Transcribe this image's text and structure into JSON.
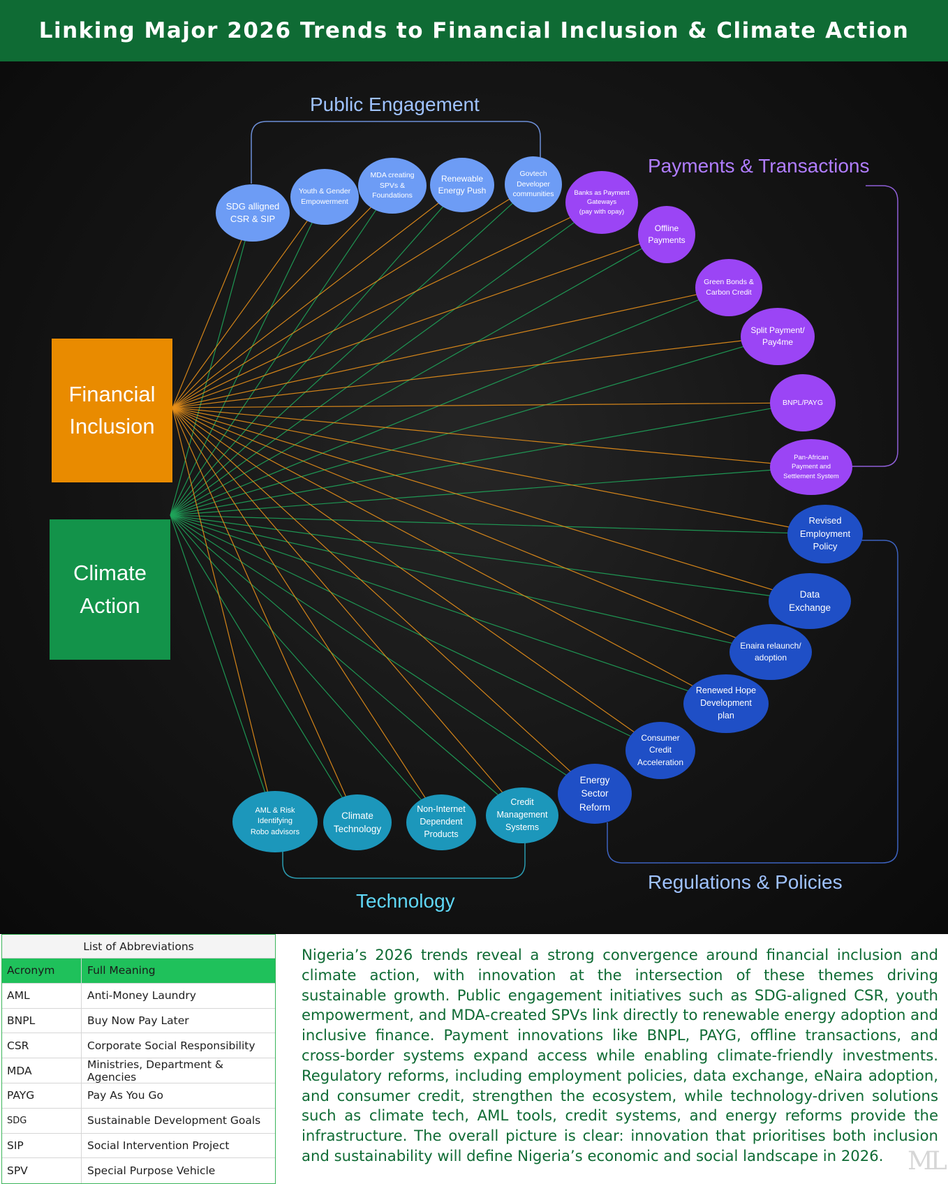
{
  "title": "Linking Major 2026 Trends to Financial Inclusion & Climate Action",
  "colors": {
    "header": "#0f6b34",
    "financial_inclusion": "#e98b00",
    "climate_action": "#13934a",
    "public_engagement": "#6d9cf5",
    "payments": "#9b45f5",
    "regulations": "#1f4fc6",
    "technology": "#1c97bb",
    "link_orange": "#e8901a",
    "link_green": "#1fa45a"
  },
  "hubs": {
    "financial_inclusion": "Financial\nInclusion",
    "climate_action": "Climate\nAction"
  },
  "groups": {
    "public_engagement": "Public Engagement",
    "payments": "Payments & Transactions",
    "regulations": "Regulations & Policies",
    "technology": "Technology"
  },
  "nodes": [
    {
      "label": "SDG alligned\nCSR & SIP",
      "group": "public_engagement"
    },
    {
      "label": "Youth & Gender\nEmpowerment",
      "group": "public_engagement"
    },
    {
      "label": "MDA creating\nSPVs &\nFoundations",
      "group": "public_engagement"
    },
    {
      "label": "Renewable\nEnergy Push",
      "group": "public_engagement"
    },
    {
      "label": "Govtech\nDeveloper\ncommunities",
      "group": "public_engagement"
    },
    {
      "label": "Banks as Payment\nGateways\n(pay with opay)",
      "group": "payments"
    },
    {
      "label": "Offline\nPayments",
      "group": "payments"
    },
    {
      "label": "Green Bonds &\nCarbon Credit",
      "group": "payments"
    },
    {
      "label": "Split Payment/\nPay4me",
      "group": "payments"
    },
    {
      "label": "BNPL/PAYG",
      "group": "payments"
    },
    {
      "label": "Pan-African\nPayment and\nSettlement System",
      "group": "payments"
    },
    {
      "label": "Revised\nEmployment\nPolicy",
      "group": "regulations"
    },
    {
      "label": "Data\nExchange",
      "group": "regulations"
    },
    {
      "label": "Enaira relaunch/\nadoption",
      "group": "regulations"
    },
    {
      "label": "Renewed Hope\nDevelopment\nplan",
      "group": "regulations"
    },
    {
      "label": "Consumer\nCredit\nAcceleration",
      "group": "regulations"
    },
    {
      "label": "Energy\nSector\nReform",
      "group": "regulations"
    },
    {
      "label": "Credit\nManagement\nSystems",
      "group": "technology"
    },
    {
      "label": "Non-Internet\nDependent\nProducts",
      "group": "technology"
    },
    {
      "label": "Climate\nTechnology",
      "group": "technology"
    },
    {
      "label": "AML & Risk\nIdentifying\nRobo advisors",
      "group": "technology"
    }
  ],
  "abbreviations": {
    "title": "List of Abbreviations",
    "header": {
      "acronym": "Acronym",
      "meaning": "Full Meaning"
    },
    "rows": [
      {
        "acronym": "AML",
        "meaning": "Anti-Money Laundry"
      },
      {
        "acronym": "BNPL",
        "meaning": "Buy Now Pay Later"
      },
      {
        "acronym": "CSR",
        "meaning": "Corporate Social Responsibility"
      },
      {
        "acronym": "MDA",
        "meaning": "Ministries, Department & Agencies"
      },
      {
        "acronym": "PAYG",
        "meaning": "Pay As You Go"
      },
      {
        "acronym": "SDG",
        "meaning": "Sustainable Development Goals"
      },
      {
        "acronym": "SIP",
        "meaning": "Social Intervention Project"
      },
      {
        "acronym": "SPV",
        "meaning": "Special Purpose Vehicle"
      }
    ]
  },
  "summary": "Nigeria’s 2026 trends reveal a strong convergence around financial inclusion and climate action, with innovation at the intersection of these themes driving sustainable growth. Public engagement initiatives such as SDG-aligned CSR, youth empowerment, and MDA-created SPVs link directly to renewable energy adoption and inclusive finance. Payment innovations like BNPL, PAYG, offline transactions, and cross-border systems expand access while enabling climate-friendly investments. Regulatory reforms, including employment policies, data exchange, eNaira adoption, and consumer credit, strengthen the ecosystem, while technology-driven solutions such as climate tech, AML tools, credit systems, and energy reforms provide the infrastructure. The overall picture is clear: innovation that prioritises both inclusion and sustainability will define Nigeria’s economic and social landscape in 2026.",
  "watermark": "ML"
}
